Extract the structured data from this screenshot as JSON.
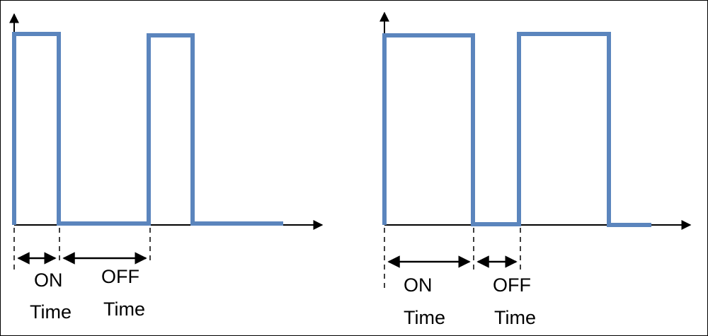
{
  "colors": {
    "signal": "#5b85bd",
    "axis": "#000000",
    "background": "#ffffff"
  },
  "panels": [
    {
      "id": "left",
      "duty_cycle_note": "short on, long off",
      "on_label": [
        "ON",
        "Time"
      ],
      "off_label": [
        "OFF",
        "Time"
      ]
    },
    {
      "id": "right",
      "duty_cycle_note": "long on, short off",
      "on_label": [
        "ON",
        "Time"
      ],
      "off_label": [
        "OFF",
        "Time"
      ]
    }
  ]
}
